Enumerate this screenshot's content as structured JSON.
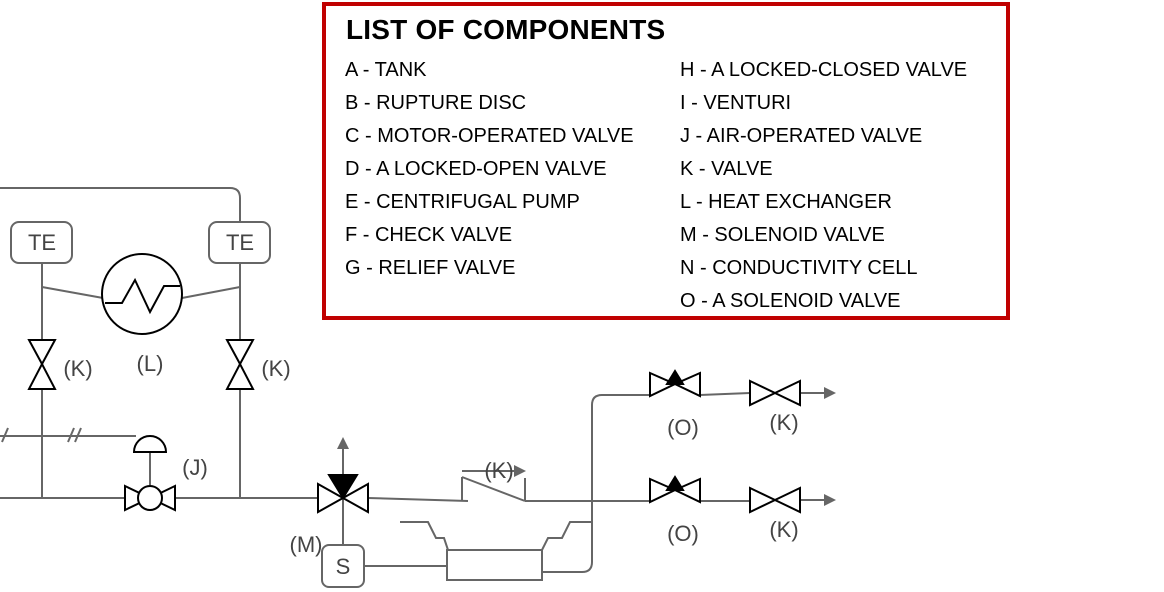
{
  "legend": {
    "title": "LIST OF COMPONENTS",
    "left_items": [
      "A - TANK",
      "B - RUPTURE DISC",
      "C - MOTOR-OPERATED VALVE",
      "D - A LOCKED-OPEN VALVE",
      "E - CENTRIFUGAL PUMP",
      "F - CHECK VALVE",
      "G - RELIEF VALVE"
    ],
    "right_items": [
      "H - A LOCKED-CLOSED VALVE",
      "I - VENTURI",
      "J - AIR-OPERATED VALVE",
      "K - VALVE",
      "L - HEAT EXCHANGER",
      "M - SOLENOID VALVE",
      "N - CONDUCTIVITY CELL",
      "O - A SOLENOID VALVE"
    ],
    "border_color": "#c00000"
  },
  "diagram": {
    "te_label": "TE",
    "solenoid_letter": "S",
    "label_k": "(K)",
    "label_l": "(L)",
    "label_j": "(J)",
    "label_m": "(M)",
    "label_o": "(O)",
    "line_color": "#666666"
  }
}
